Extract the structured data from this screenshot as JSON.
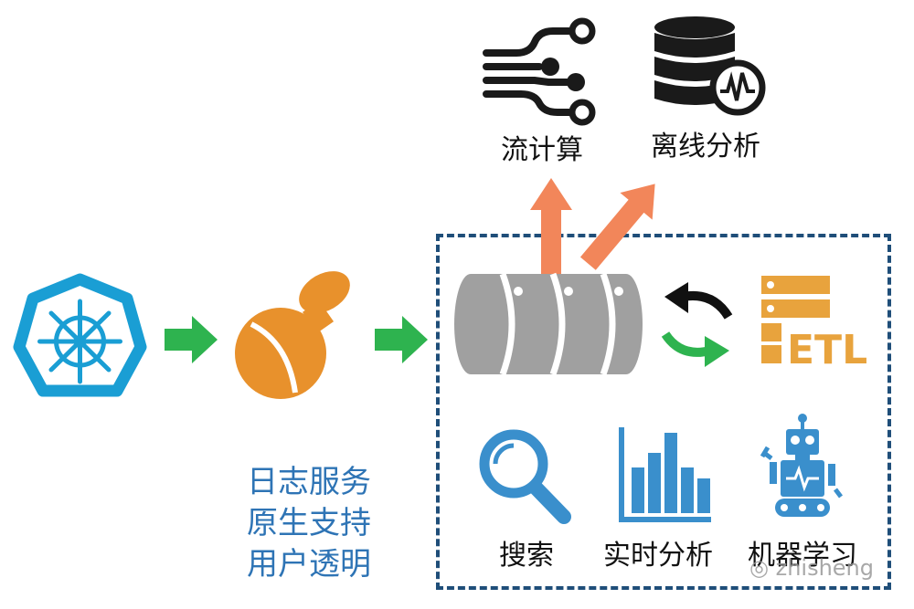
{
  "nodes": {
    "stream_label": "流计算",
    "offline_label": "离线分析",
    "search_label": "搜索",
    "realtime_label": "实时分析",
    "ml_label": "机器学习",
    "etl_label": "ETL"
  },
  "log_service": {
    "lines": [
      "日志服务",
      "原生支持",
      "用户透明"
    ]
  },
  "watermark": "zhisheng",
  "colors": {
    "k8s": "#1a9ed4",
    "gourd": "#e8912c",
    "green_arrow": "#2eb34f",
    "orange_arrow": "#f2865a",
    "dashed_box": "#1f4e79",
    "cylinder": "#a0a0a0",
    "etl": "#e8a33d",
    "blue_icons": "#3a8fcc",
    "robot": "#3a8fcc",
    "text_blue": "#2e74b5"
  },
  "icons": [
    "kubernetes-icon",
    "gourd-icon",
    "kafka-cylinder-icon",
    "stream-network-icon",
    "database-monitor-icon",
    "etl-server-icon",
    "search-icon",
    "bar-chart-icon",
    "robot-icon"
  ]
}
